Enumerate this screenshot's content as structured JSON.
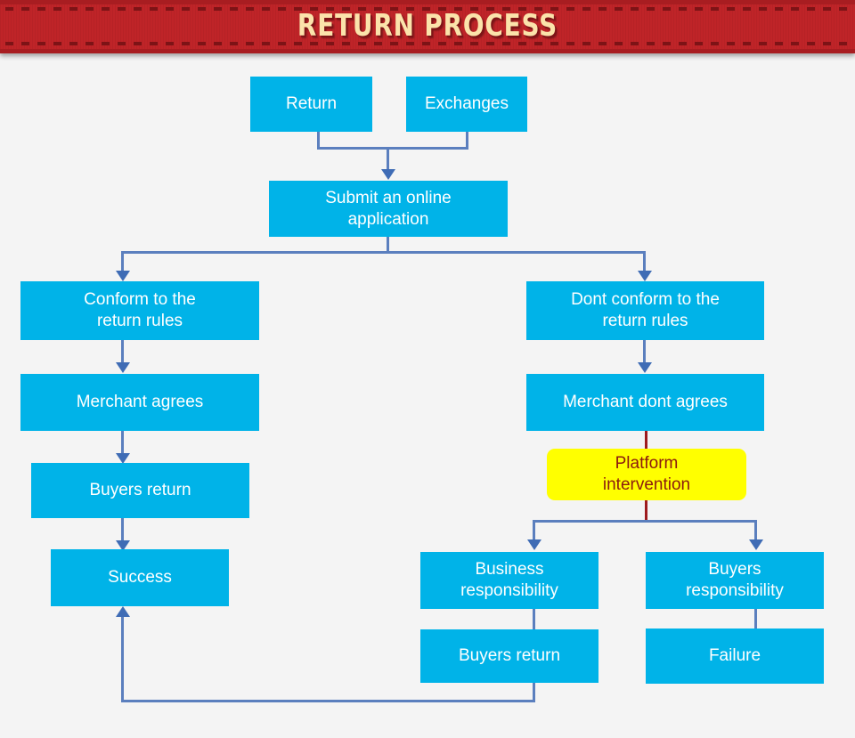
{
  "banner": {
    "title": "RETURN PROCESS",
    "background_color": "#bf2428",
    "title_color": "#fbe3ab"
  },
  "theme": {
    "page_background": "#f4f4f4",
    "node_fill": "#00b3e8",
    "node_text": "#ffffff",
    "highlight_fill": "#ffff00",
    "highlight_text": "#8b1a0f",
    "connector_color": "#5b7fbe",
    "connector_accent_color": "#9e1b1e"
  },
  "chart_data": {
    "type": "diagram",
    "title": "RETURN PROCESS",
    "nodes": [
      {
        "id": "return",
        "label": "Return",
        "style": "primary"
      },
      {
        "id": "exchanges",
        "label": "Exchanges",
        "style": "primary"
      },
      {
        "id": "submit",
        "label": "Submit an online application",
        "style": "primary"
      },
      {
        "id": "conform",
        "label": "Conform to the return rules",
        "style": "primary"
      },
      {
        "id": "dont-conform",
        "label": "Dont conform to the return rules",
        "style": "primary"
      },
      {
        "id": "merchant-agrees",
        "label": "Merchant agrees",
        "style": "primary"
      },
      {
        "id": "merchant-dont",
        "label": "Merchant dont agrees",
        "style": "primary"
      },
      {
        "id": "buyers-return-left",
        "label": "Buyers return",
        "style": "primary"
      },
      {
        "id": "platform",
        "label": "Platform intervention",
        "style": "highlight"
      },
      {
        "id": "success",
        "label": "Success",
        "style": "primary"
      },
      {
        "id": "business-resp",
        "label": "Business responsibility",
        "style": "primary"
      },
      {
        "id": "buyers-resp",
        "label": "Buyers responsibility",
        "style": "primary"
      },
      {
        "id": "buyers-return-right",
        "label": "Buyers return",
        "style": "primary"
      },
      {
        "id": "failure",
        "label": "Failure",
        "style": "primary"
      }
    ],
    "edges": [
      {
        "from": "return",
        "to": "submit"
      },
      {
        "from": "exchanges",
        "to": "submit"
      },
      {
        "from": "submit",
        "to": "conform"
      },
      {
        "from": "submit",
        "to": "dont-conform"
      },
      {
        "from": "conform",
        "to": "merchant-agrees"
      },
      {
        "from": "merchant-agrees",
        "to": "buyers-return-left"
      },
      {
        "from": "buyers-return-left",
        "to": "success"
      },
      {
        "from": "dont-conform",
        "to": "merchant-dont"
      },
      {
        "from": "merchant-dont",
        "to": "platform"
      },
      {
        "from": "platform",
        "to": "business-resp"
      },
      {
        "from": "platform",
        "to": "buyers-resp"
      },
      {
        "from": "business-resp",
        "to": "buyers-return-right"
      },
      {
        "from": "buyers-resp",
        "to": "failure"
      },
      {
        "from": "buyers-return-right",
        "to": "success"
      }
    ]
  },
  "nodes": {
    "return": {
      "label": "Return"
    },
    "exchanges": {
      "label": "Exchanges"
    },
    "submit_line1": {
      "label": "Submit an online"
    },
    "submit_line2": {
      "label": "application"
    },
    "conform_line1": {
      "label": "Conform to the"
    },
    "conform_line2": {
      "label": "return rules"
    },
    "dont_conform_line1": {
      "label": "Dont conform to the"
    },
    "dont_conform_line2": {
      "label": "return rules"
    },
    "merchant_agrees": {
      "label": "Merchant agrees"
    },
    "merchant_dont": {
      "label": "Merchant dont agrees"
    },
    "buyers_return_left": {
      "label": "Buyers return"
    },
    "platform_line1": {
      "label": "Platform"
    },
    "platform_line2": {
      "label": "intervention"
    },
    "success": {
      "label": "Success"
    },
    "business_line1": {
      "label": "Business"
    },
    "business_line2": {
      "label": "responsibility"
    },
    "buyers_resp_line1": {
      "label": "Buyers"
    },
    "buyers_resp_line2": {
      "label": "responsibility"
    },
    "buyers_return_right": {
      "label": "Buyers return"
    },
    "failure": {
      "label": "Failure"
    }
  }
}
